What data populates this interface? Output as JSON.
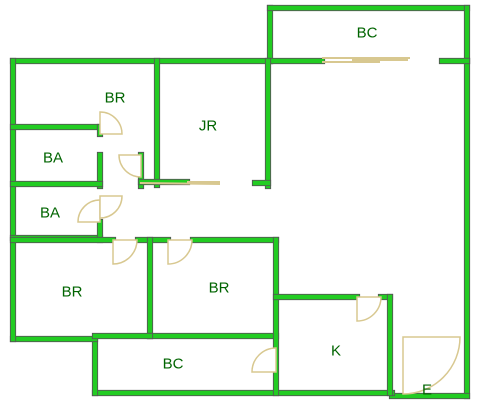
{
  "plan": {
    "wall_color": "#22cc22",
    "wall_edge_color": "#555555",
    "door_color": "#d8c890",
    "label_color": "#006400",
    "rooms": [
      {
        "id": "bc-top",
        "label": "BC"
      },
      {
        "id": "br-top-left",
        "label": "BR"
      },
      {
        "id": "jr",
        "label": "JR"
      },
      {
        "id": "ba-upper",
        "label": "BA"
      },
      {
        "id": "ba-lower",
        "label": "BA"
      },
      {
        "id": "br-bottom-left",
        "label": "BR"
      },
      {
        "id": "br-bottom-center",
        "label": "BR"
      },
      {
        "id": "bc-bottom",
        "label": "BC"
      },
      {
        "id": "k",
        "label": "K"
      },
      {
        "id": "e",
        "label": "E"
      }
    ]
  }
}
